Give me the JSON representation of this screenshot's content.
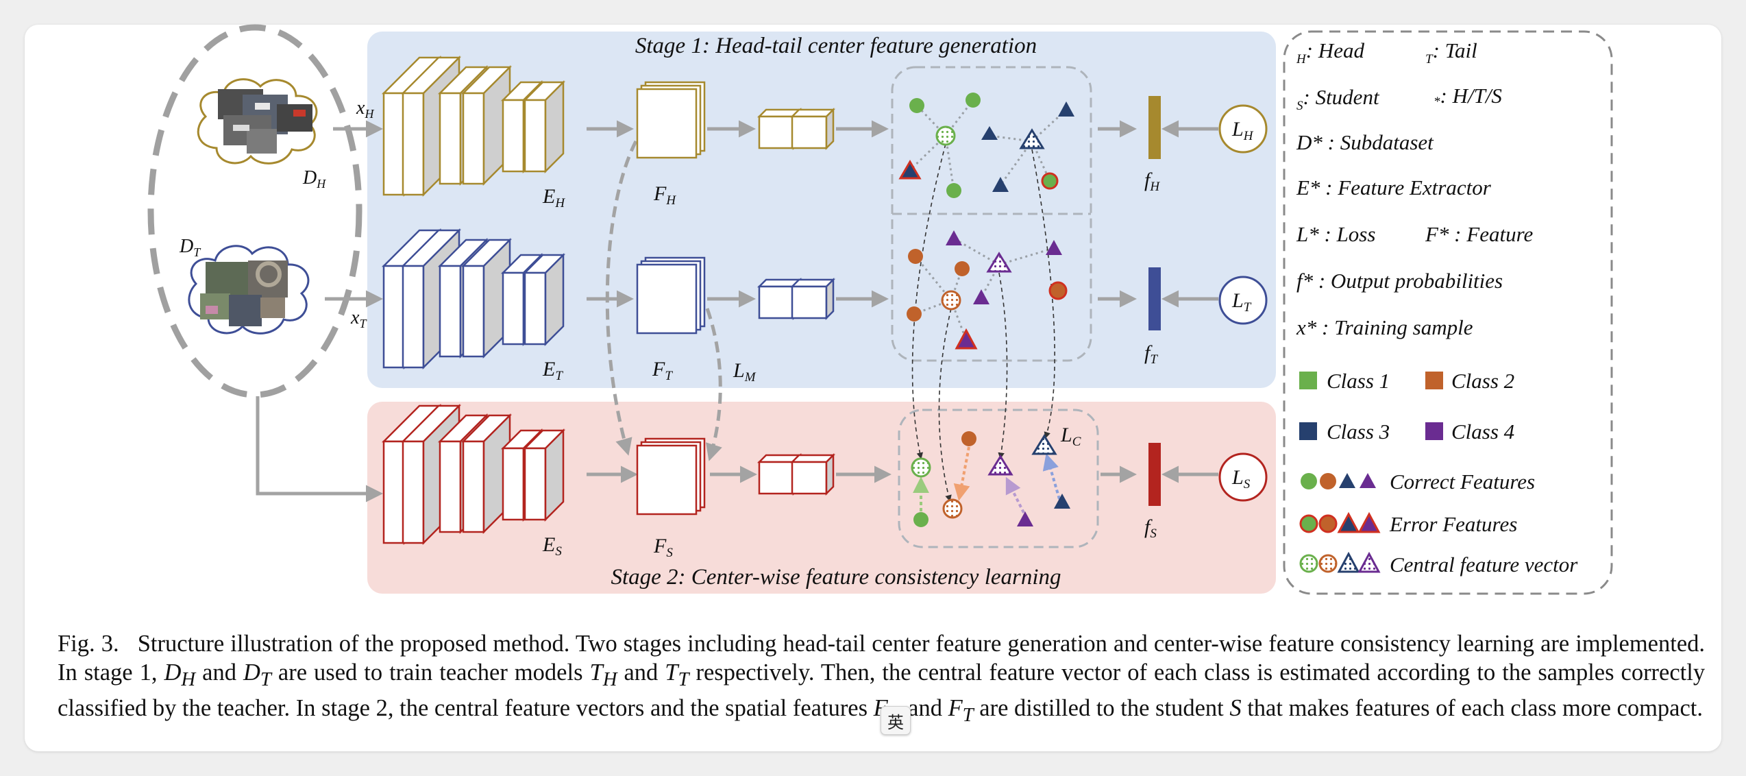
{
  "stages": {
    "stage1_title": "Stage 1: Head-tail center feature generation",
    "stage2_title": "Stage 2: Center-wise feature consistency learning"
  },
  "labels": {
    "DH": "D",
    "DH_sub": "H",
    "DT": "D",
    "DT_sub": "T",
    "xH": "x",
    "xH_sub": "H",
    "xT": "x",
    "xT_sub": "T",
    "EH": "E",
    "EH_sub": "H",
    "ET": "E",
    "ET_sub": "T",
    "ES": "E",
    "ES_sub": "S",
    "FH": "F",
    "FH_sub": "H",
    "FT": "F",
    "FT_sub": "T",
    "FS": "F",
    "FS_sub": "S",
    "LM": "L",
    "LM_sub": "M",
    "LC": "L",
    "LC_sub": "C",
    "fH": "f",
    "fH_sub": "H",
    "fT": "f",
    "fT_sub": "T",
    "fS": "f",
    "fS_sub": "S",
    "LH": "L",
    "LH_sub": "H",
    "LT": "L",
    "LT_sub": "T",
    "LS": "L",
    "LS_sub": "S"
  },
  "legend": {
    "head_sub": "H",
    "head_text": ": Head",
    "tail_sub": "T",
    "tail_text": ": Tail",
    "student_sub": "S",
    "student_text": ": Student",
    "any_sub": "*",
    "any_text": ": H/T/S",
    "subdataset": "D* : Subdataset",
    "extractor": "E* : Feature Extractor",
    "loss": "L* : Loss",
    "feature": "F* : Feature",
    "output": "f* : Output probabilities",
    "sample": "x* : Training sample",
    "class1": "Class 1",
    "class2": "Class 2",
    "class3": "Class 3",
    "class4": "Class 4",
    "correct": "Correct Features",
    "error": "Error Features",
    "central": "Central feature vector"
  },
  "colors": {
    "class1": "#6ab04c",
    "class2": "#c0622b",
    "class3": "#26406e",
    "class4": "#6a2c91",
    "head": "#a6892e",
    "tail": "#3e4e96",
    "student": "#b3241f",
    "stage1_bg": "#dce6f4",
    "stage2_bg": "#f7dcd9"
  },
  "caption": {
    "fig": "Fig. 3.",
    "seg1": "Structure illustration of the proposed method. Two stages including head-tail center feature generation and center-wise feature consistency learning are implemented. In stage 1,",
    "v1": "D",
    "v1_sub": "H",
    "seg2": "and",
    "v2": "D",
    "v2_sub": "T",
    "seg3": "are used to train teacher models",
    "v3": "T",
    "v3_sub": "H",
    "seg4": "and",
    "v4": "T",
    "v4_sub": "T",
    "seg5": "respectively. Then, the central feature vector of each class is estimated according to the samples correctly classified by the teacher. In stage 2, the central feature vectors and the spatial features",
    "v5": "F",
    "v5_sub": "H",
    "seg6": "and",
    "v6": "F",
    "v6_sub": "T",
    "seg7": "are distilled to the student",
    "v7": "S",
    "seg8": "that makes features of each class more compact."
  },
  "ime_indicator": "英"
}
